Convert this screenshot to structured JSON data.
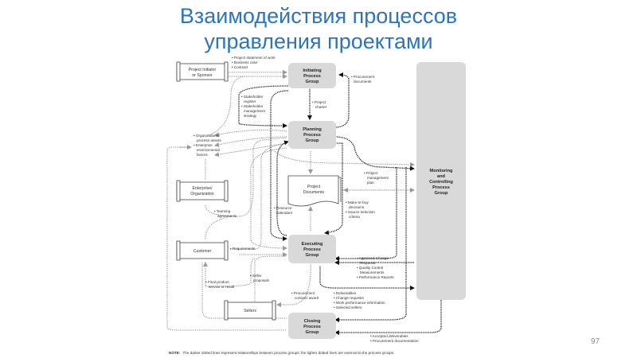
{
  "slide": {
    "title_line1": "Взаимодействия процессов",
    "title_line2": "управления проектами",
    "page_number": "97"
  },
  "process_groups": {
    "initiating": [
      "Initiating",
      "Process",
      "Group"
    ],
    "planning": [
      "Planning",
      "Process",
      "Group"
    ],
    "executing": [
      "Executing",
      "Process",
      "Group"
    ],
    "closing": [
      "Closing",
      "Process",
      "Group"
    ],
    "monitoring": [
      "Monitoring",
      "and",
      "Controlling",
      "Process",
      "Group"
    ]
  },
  "entities": {
    "sponsor": [
      "Project Initiator",
      "or Sponsor"
    ],
    "enterprise": [
      "Enterprise/",
      "Organization"
    ],
    "customer": [
      "Customer"
    ],
    "sellers": [
      "Sellers"
    ],
    "project_documents": [
      "Project",
      "Documents"
    ]
  },
  "labels": {
    "sponsor_to_initiating": [
      "• Project statement of work",
      "• Business case",
      "• Contract"
    ],
    "procurement_docs": [
      "• Procurement",
      "documents"
    ],
    "project_charter": [
      "• Project",
      "charter"
    ],
    "stakeholder": [
      "• Stakeholder",
      "register",
      "• Stakeholder",
      "management",
      "strategy"
    ],
    "org_assets": [
      "• Organizational",
      "process assets",
      "• Enterprise",
      "environmental",
      "factors"
    ],
    "pm_plan": [
      "• Project",
      "management",
      "plan"
    ],
    "make_or_buy": [
      "• Make-or-buy",
      "decisions",
      "• Source selection",
      "criteria"
    ],
    "resource_calendars": [
      "• Resource",
      "calendars"
    ],
    "teaming": [
      "• Teaming",
      "agreements"
    ],
    "requirements": [
      "• Requirements"
    ],
    "approved_changes": [
      "• Approved Change",
      "Requests",
      "• Quality Control",
      "Measurements",
      "• Performance Reports"
    ],
    "seller_proposals": [
      "• Seller",
      "proposals"
    ],
    "final_product": [
      "• Final product,",
      "service or result"
    ],
    "procurement_award": [
      "• Procurement",
      "contract award"
    ],
    "deliverables": [
      "• Deliverables",
      "• Change requests",
      "• Work performance information",
      "• Selected sellers"
    ],
    "accepted": [
      "• Accepted deliverables",
      "• Procurement documentation"
    ]
  },
  "note": {
    "prefix": "NOTE:",
    "text": "The darker dotted lines represent relationships between process groups; the lighter dotted lines are external to the process groups."
  },
  "colors": {
    "title": "#2e75b6",
    "process_box": "#d9d9d9",
    "dark_line": "#1a1a1a",
    "light_line": "#8c8c8c"
  }
}
